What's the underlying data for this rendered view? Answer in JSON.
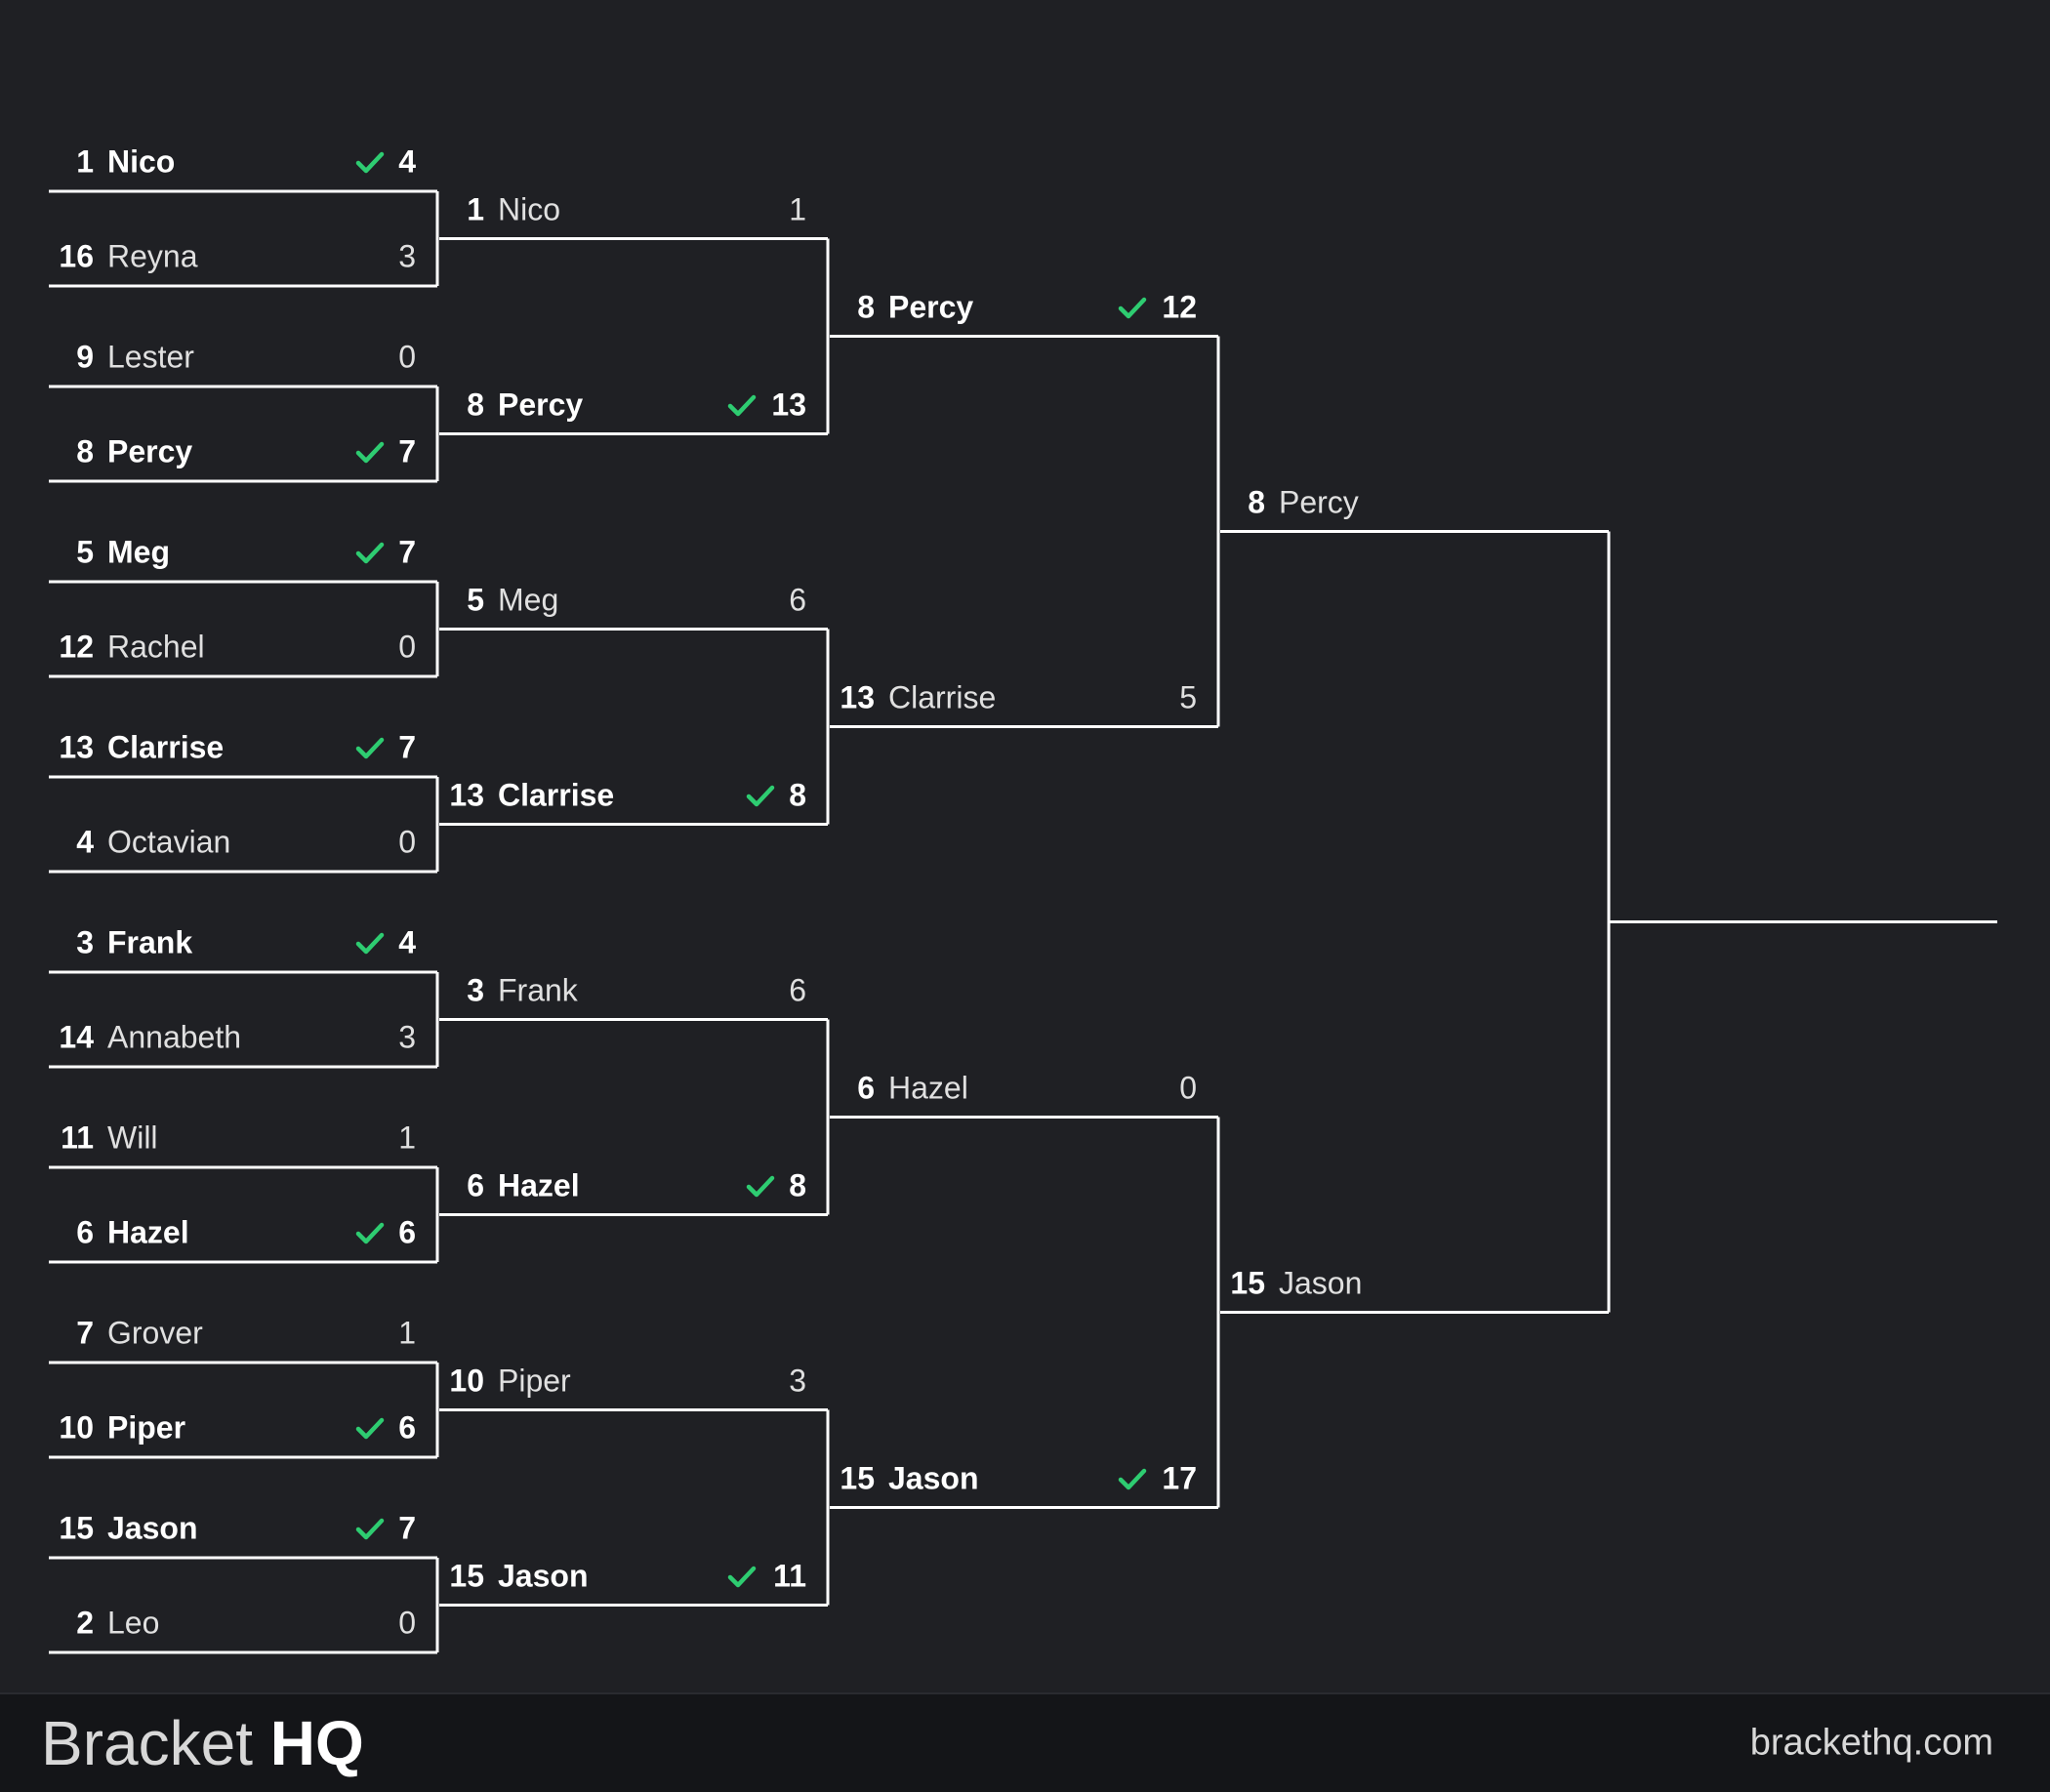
{
  "colors": {
    "background": "#1f2024",
    "line": "#ffffff",
    "check": "#2ecc71",
    "footer": "#141518"
  },
  "bracket": {
    "rounds": [
      {
        "matches": [
          {
            "entrants": [
              {
                "seed": "1",
                "name": "Nico",
                "score": "4",
                "winner": true
              },
              {
                "seed": "16",
                "name": "Reyna",
                "score": "3",
                "winner": false
              }
            ]
          },
          {
            "entrants": [
              {
                "seed": "9",
                "name": "Lester",
                "score": "0",
                "winner": false
              },
              {
                "seed": "8",
                "name": "Percy",
                "score": "7",
                "winner": true
              }
            ]
          },
          {
            "entrants": [
              {
                "seed": "5",
                "name": "Meg",
                "score": "7",
                "winner": true
              },
              {
                "seed": "12",
                "name": "Rachel",
                "score": "0",
                "winner": false
              }
            ]
          },
          {
            "entrants": [
              {
                "seed": "13",
                "name": "Clarrise",
                "score": "7",
                "winner": true
              },
              {
                "seed": "4",
                "name": "Octavian",
                "score": "0",
                "winner": false
              }
            ]
          },
          {
            "entrants": [
              {
                "seed": "3",
                "name": "Frank",
                "score": "4",
                "winner": true
              },
              {
                "seed": "14",
                "name": "Annabeth",
                "score": "3",
                "winner": false
              }
            ]
          },
          {
            "entrants": [
              {
                "seed": "11",
                "name": "Will",
                "score": "1",
                "winner": false
              },
              {
                "seed": "6",
                "name": "Hazel",
                "score": "6",
                "winner": true
              }
            ]
          },
          {
            "entrants": [
              {
                "seed": "7",
                "name": "Grover",
                "score": "1",
                "winner": false
              },
              {
                "seed": "10",
                "name": "Piper",
                "score": "6",
                "winner": true
              }
            ]
          },
          {
            "entrants": [
              {
                "seed": "15",
                "name": "Jason",
                "score": "7",
                "winner": true
              },
              {
                "seed": "2",
                "name": "Leo",
                "score": "0",
                "winner": false
              }
            ]
          }
        ]
      },
      {
        "matches": [
          {
            "entrants": [
              {
                "seed": "1",
                "name": "Nico",
                "score": "1",
                "winner": false
              },
              {
                "seed": "8",
                "name": "Percy",
                "score": "13",
                "winner": true
              }
            ]
          },
          {
            "entrants": [
              {
                "seed": "5",
                "name": "Meg",
                "score": "6",
                "winner": false
              },
              {
                "seed": "13",
                "name": "Clarrise",
                "score": "8",
                "winner": true
              }
            ]
          },
          {
            "entrants": [
              {
                "seed": "3",
                "name": "Frank",
                "score": "6",
                "winner": false
              },
              {
                "seed": "6",
                "name": "Hazel",
                "score": "8",
                "winner": true
              }
            ]
          },
          {
            "entrants": [
              {
                "seed": "10",
                "name": "Piper",
                "score": "3",
                "winner": false
              },
              {
                "seed": "15",
                "name": "Jason",
                "score": "11",
                "winner": true
              }
            ]
          }
        ]
      },
      {
        "matches": [
          {
            "entrants": [
              {
                "seed": "8",
                "name": "Percy",
                "score": "12",
                "winner": true
              },
              {
                "seed": "13",
                "name": "Clarrise",
                "score": "5",
                "winner": false
              }
            ]
          },
          {
            "entrants": [
              {
                "seed": "6",
                "name": "Hazel",
                "score": "0",
                "winner": false
              },
              {
                "seed": "15",
                "name": "Jason",
                "score": "17",
                "winner": true
              }
            ]
          }
        ]
      },
      {
        "matches": [
          {
            "entrants": [
              {
                "seed": "8",
                "name": "Percy",
                "score": "",
                "winner": false
              },
              {
                "seed": "15",
                "name": "Jason",
                "score": "",
                "winner": false
              }
            ]
          }
        ]
      }
    ]
  },
  "footer": {
    "brand_light": "Bracket",
    "brand_bold": "HQ",
    "website": "brackethq.com"
  }
}
